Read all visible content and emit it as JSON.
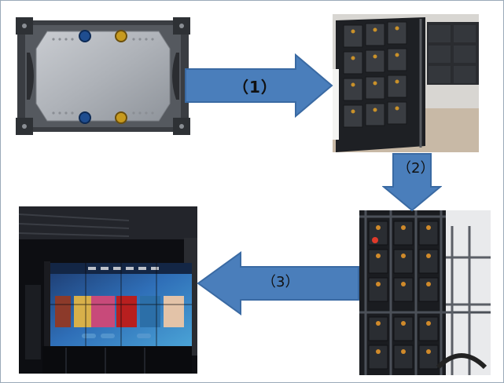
{
  "steps": [
    {
      "label": "（1）"
    },
    {
      "label": "（2）"
    },
    {
      "label": "（3）"
    }
  ],
  "photos": [
    {
      "name": "led-cabinet-module"
    },
    {
      "name": "cabinet-rack-assembly-back"
    },
    {
      "name": "cabinet-rack-assembly-side"
    },
    {
      "name": "finished-video-wall-display"
    }
  ],
  "colors": {
    "arrow_fill": "#4a7ebb",
    "arrow_stroke": "#3a6aa3",
    "frame": "#9aa9b8"
  }
}
